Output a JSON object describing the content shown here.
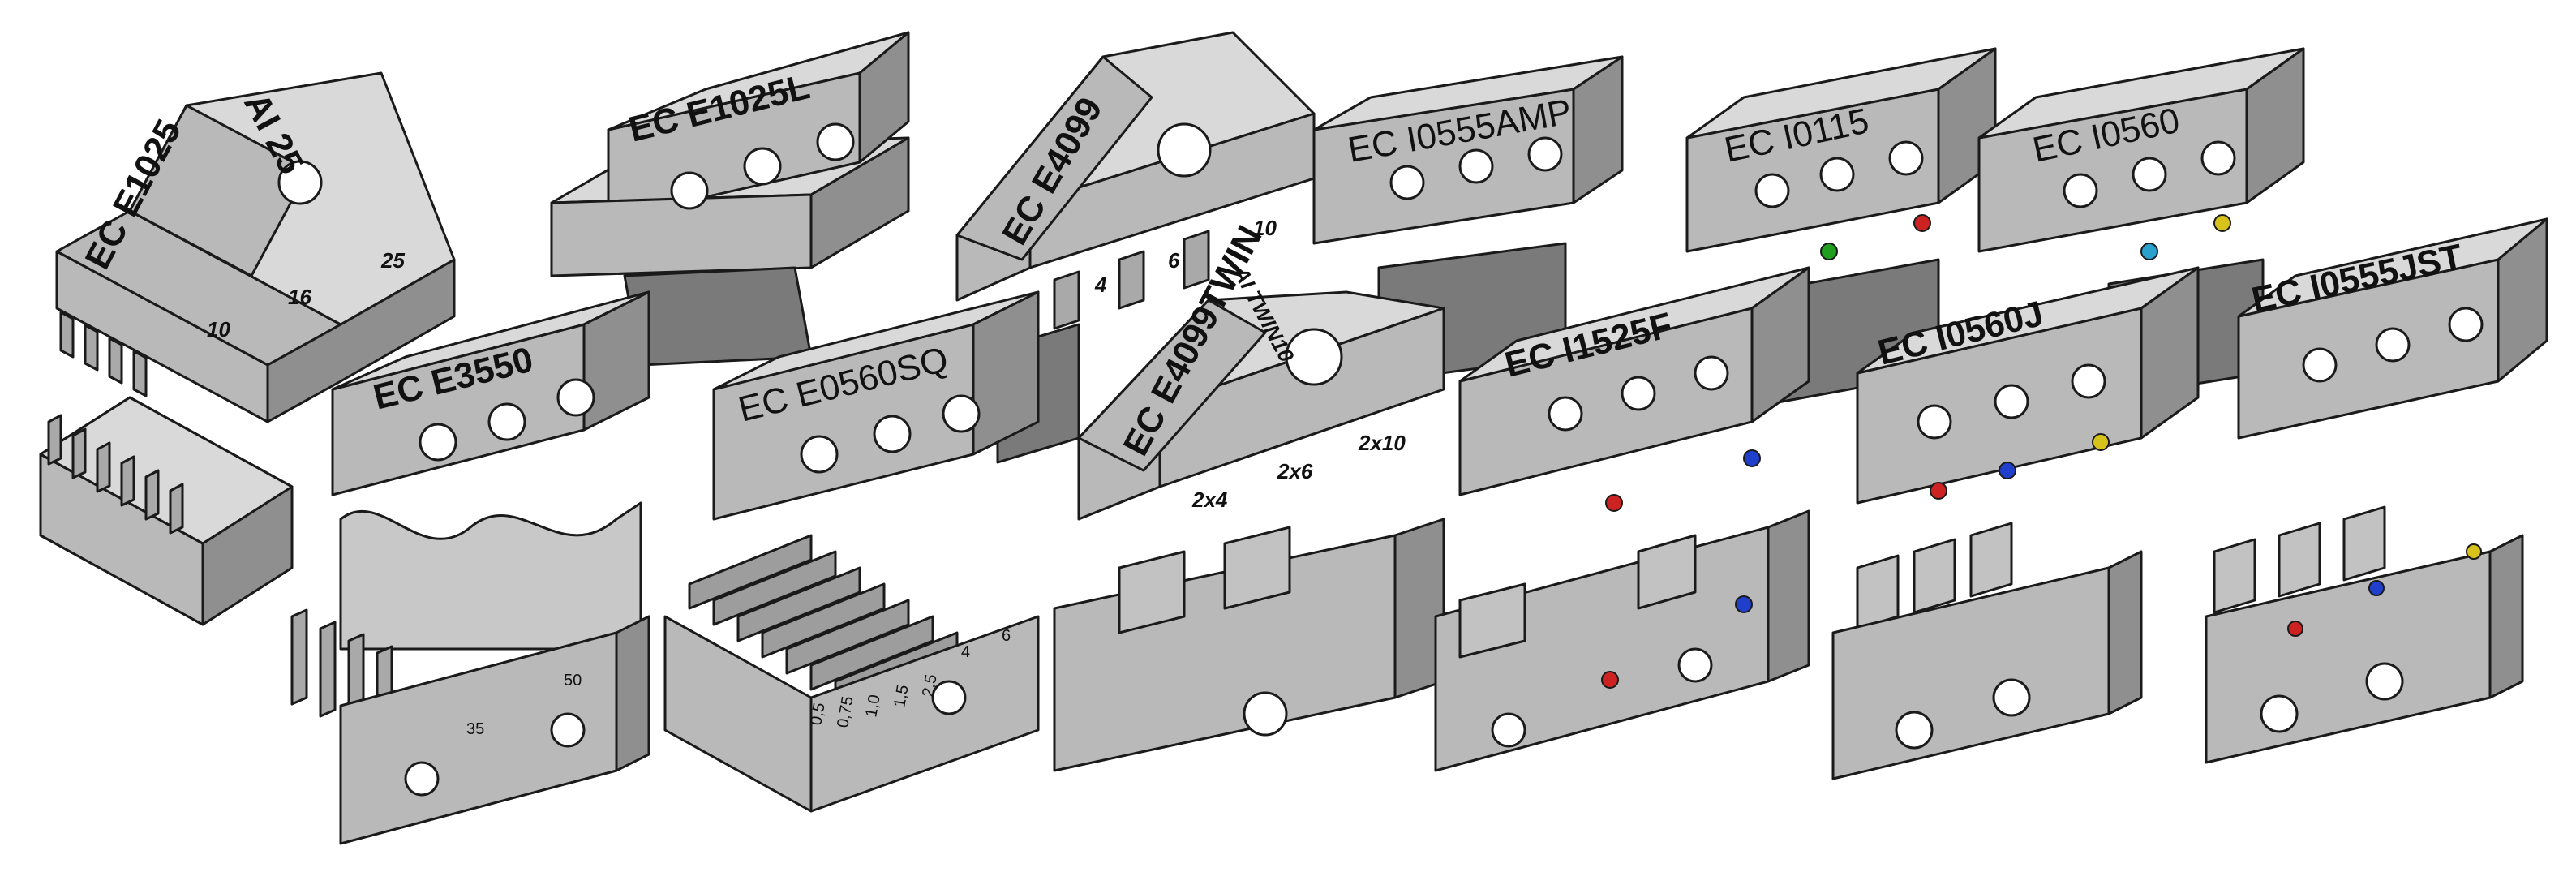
{
  "dies": [
    {
      "id": "ece1025",
      "label": "EC E1025",
      "secondary": "AI 25",
      "sizes": [
        "10",
        "16",
        "25"
      ],
      "dots": []
    },
    {
      "id": "ece1025l",
      "label": "EC E1025L",
      "sizes": [],
      "dots": []
    },
    {
      "id": "ece4099",
      "label": "EC E4099",
      "sizes": [
        "4",
        "6",
        "10"
      ],
      "dots": []
    },
    {
      "id": "eci0555amp",
      "label": "EC I0555AMP",
      "sizes": [],
      "dots": []
    },
    {
      "id": "eci0115",
      "label": "EC I0115",
      "sizes": [],
      "dots": [
        "#1f9e1f",
        "#cc2222"
      ]
    },
    {
      "id": "eci0560",
      "label": "EC I0560",
      "sizes": [],
      "dots": [
        "#2aa0cc",
        "#d6c21a"
      ]
    },
    {
      "id": "ece3550",
      "label": "EC E3550",
      "sizes": [
        "35",
        "50"
      ],
      "dots": []
    },
    {
      "id": "ece0560sq",
      "label": "EC E0560SQ",
      "sizes": [
        "0,5",
        "0,75",
        "1,0",
        "1,5",
        "2,5",
        "4",
        "6"
      ],
      "dots": []
    },
    {
      "id": "ece4099twin",
      "label": "EC E4099TWIN",
      "secondary": "AI TWIN10",
      "sizes": [
        "2x4",
        "2x6",
        "2x10"
      ],
      "dots": []
    },
    {
      "id": "eci1525f",
      "label": "EC I1525F",
      "sizes": [],
      "dots": [
        "#cc2222",
        "#1f3fcc"
      ]
    },
    {
      "id": "eci0560j",
      "label": "EC I0560J",
      "sizes": [],
      "dots": [
        "#cc2222",
        "#1f3fcc",
        "#d6c21a"
      ]
    },
    {
      "id": "eci0555jst",
      "label": "EC I0555JST",
      "sizes": [],
      "dots": [
        "#cc2222",
        "#1f3fcc",
        "#d6c21a"
      ]
    }
  ],
  "colors": {
    "metal_front": "#b9b9b9",
    "metal_top": "#d9d9d9",
    "metal_side": "#8f8f8f",
    "outline": "#1a1a1a",
    "background": "#ffffff"
  }
}
